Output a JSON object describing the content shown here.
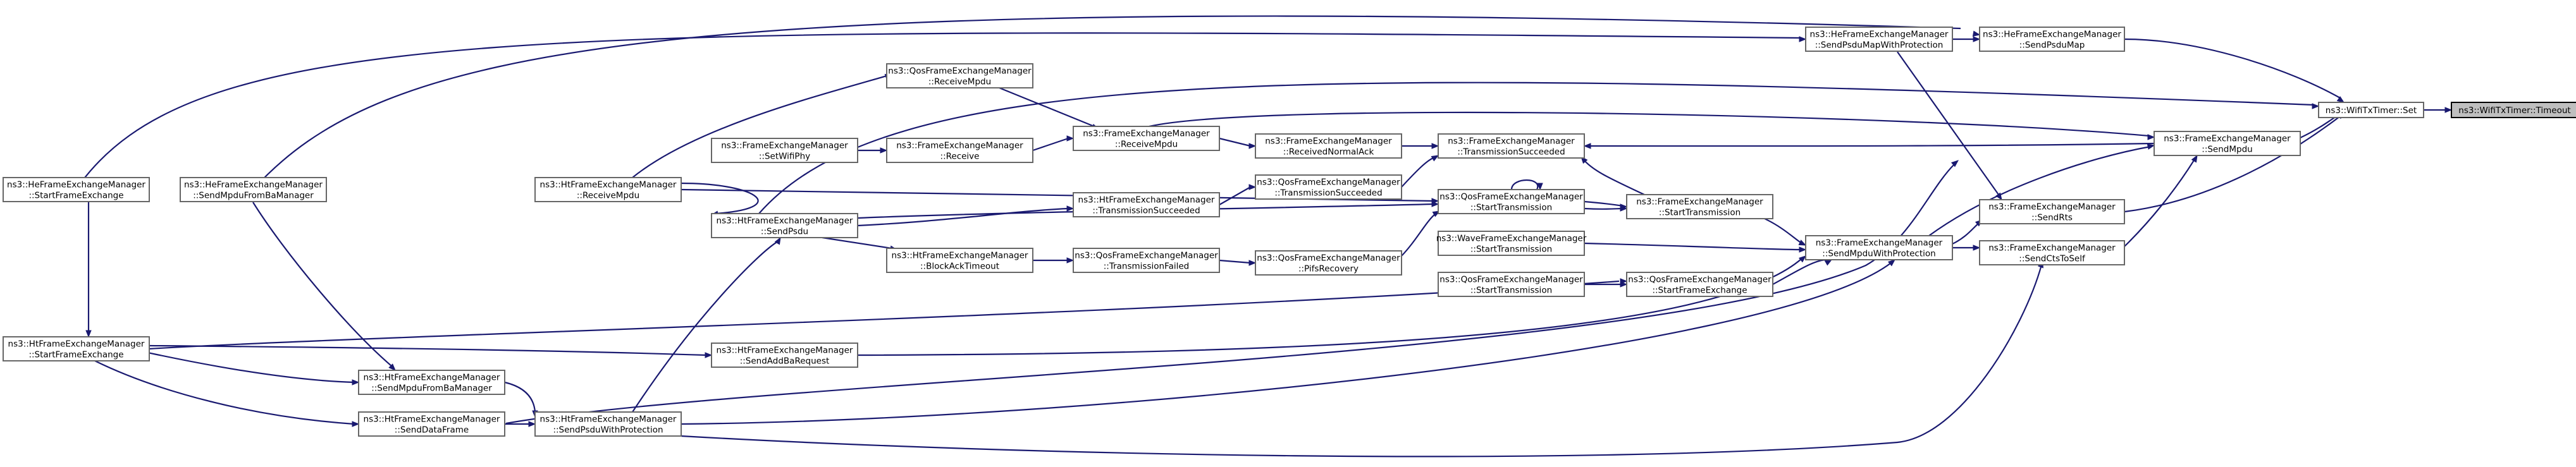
{
  "graph": {
    "edge_color": "#191970",
    "node_fill": "#ffffff",
    "node_border": "#666666",
    "highlight_fill": "#bfbfbf",
    "nodes": [
      {
        "id": "timeout",
        "lines": [
          "ns3::WifiTxTimer::Timeout"
        ],
        "highlight": true
      },
      {
        "id": "set",
        "lines": [
          "ns3::WifiTxTimer::Set"
        ]
      },
      {
        "id": "he_sendpsdumap",
        "lines": [
          "ns3::HeFrameExchangeManager",
          "::SendPsduMap"
        ]
      },
      {
        "id": "he_sendpsdumapwp",
        "lines": [
          "ns3::HeFrameExchangeManager",
          "::SendPsduMapWithProtection"
        ]
      },
      {
        "id": "fem_sendmpdu",
        "lines": [
          "ns3::FrameExchangeManager",
          "::SendMpdu"
        ]
      },
      {
        "id": "fem_sendrts",
        "lines": [
          "ns3::FrameExchangeManager",
          "::SendRts"
        ]
      },
      {
        "id": "fem_sendctstoself",
        "lines": [
          "ns3::FrameExchangeManager",
          "::SendCtsToSelf"
        ]
      },
      {
        "id": "fem_sendmpduwp",
        "lines": [
          "ns3::FrameExchangeManager",
          "::SendMpduWithProtection"
        ]
      },
      {
        "id": "fem_transmissionsucceeded",
        "lines": [
          "ns3::FrameExchangeManager",
          "::TransmissionSucceeded"
        ]
      },
      {
        "id": "fem_starttransmission",
        "lines": [
          "ns3::FrameExchangeManager",
          "::StartTransmission"
        ]
      },
      {
        "id": "qos_startframeexchange",
        "lines": [
          "ns3::QosFrameExchangeManager",
          "::StartFrameExchange"
        ]
      },
      {
        "id": "fem_receivednormalack",
        "lines": [
          "ns3::FrameExchangeManager",
          "::ReceivedNormalAck"
        ]
      },
      {
        "id": "qos_starttransmission",
        "lines": [
          "ns3::QosFrameExchangeManager",
          "::StartTransmission"
        ]
      },
      {
        "id": "wave_starttransmission",
        "lines": [
          "ns3::WaveFrameExchangeManager",
          "::StartTransmission"
        ]
      },
      {
        "id": "qos_starttransmission2",
        "lines": [
          "ns3::QosFrameExchangeManager",
          "::StartTransmission"
        ]
      },
      {
        "id": "fem_receivempdu",
        "lines": [
          "ns3::FrameExchangeManager",
          "::ReceiveMpdu"
        ]
      },
      {
        "id": "qos_transmissionsucceeded",
        "lines": [
          "ns3::QosFrameExchangeManager",
          "::TransmissionSucceeded"
        ]
      },
      {
        "id": "qos_pifsrecovery",
        "lines": [
          "ns3::QosFrameExchangeManager",
          "::PifsRecovery"
        ]
      },
      {
        "id": "qos_receivempdu",
        "lines": [
          "ns3::QosFrameExchangeManager",
          "::ReceiveMpdu"
        ]
      },
      {
        "id": "fem_receive",
        "lines": [
          "ns3::FrameExchangeManager",
          "::Receive"
        ]
      },
      {
        "id": "fem_setwifiphy",
        "lines": [
          "ns3::FrameExchangeManager",
          "::SetWifiPhy"
        ]
      },
      {
        "id": "ht_transmissionsucceeded",
        "lines": [
          "ns3::HtFrameExchangeManager",
          "::TransmissionSucceeded"
        ]
      },
      {
        "id": "qos_transmissionfailed",
        "lines": [
          "ns3::QosFrameExchangeManager",
          "::TransmissionFailed"
        ]
      },
      {
        "id": "ht_blockacktimeout",
        "lines": [
          "ns3::HtFrameExchangeManager",
          "::BlockAckTimeout"
        ]
      },
      {
        "id": "ht_receivempdu",
        "lines": [
          "ns3::HtFrameExchangeManager",
          "::ReceiveMpdu"
        ]
      },
      {
        "id": "ht_sendpsdu",
        "lines": [
          "ns3::HtFrameExchangeManager",
          "::SendPsdu"
        ]
      },
      {
        "id": "ht_sendaddbarequest",
        "lines": [
          "ns3::HtFrameExchangeManager",
          "::SendAddBaRequest"
        ]
      },
      {
        "id": "ht_sendpsduwp",
        "lines": [
          "ns3::HtFrameExchangeManager",
          "::SendPsduWithProtection"
        ]
      },
      {
        "id": "ht_sendmpdufrombamanager",
        "lines": [
          "ns3::HtFrameExchangeManager",
          "::SendMpduFromBaManager"
        ]
      },
      {
        "id": "ht_senddataframe",
        "lines": [
          "ns3::HtFrameExchangeManager",
          "::SendDataFrame"
        ]
      },
      {
        "id": "he_sendmpdufrombamanager",
        "lines": [
          "ns3::HeFrameExchangeManager",
          "::SendMpduFromBaManager"
        ]
      },
      {
        "id": "ht_startframeexchange",
        "lines": [
          "ns3::HtFrameExchangeManager",
          "::StartFrameExchange"
        ]
      },
      {
        "id": "he_startframeexchange",
        "lines": [
          "ns3::HeFrameExchangeManager",
          "::StartFrameExchange"
        ]
      }
    ]
  }
}
